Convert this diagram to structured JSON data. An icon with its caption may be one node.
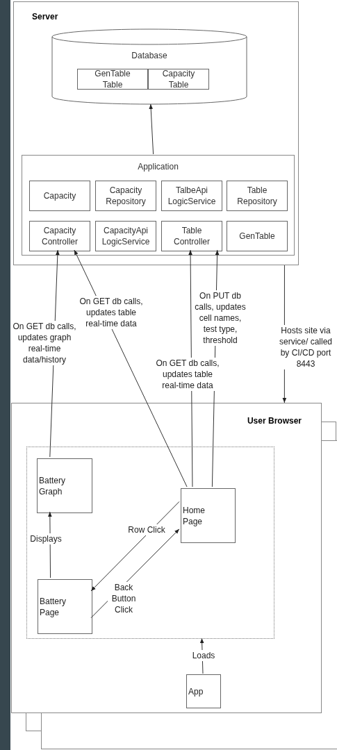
{
  "diagram": {
    "nodes": [
      {
        "text": [
          "Server"
        ]
      },
      {
        "text": [
          "Database"
        ],
        "in": 0
      },
      {
        "text": [
          "GenTable Table"
        ],
        "in": 1
      },
      {
        "text": [
          "Capacity Table"
        ],
        "in": 1
      },
      {
        "text": [
          "Application"
        ],
        "in": 0
      },
      {
        "text": [
          "Capacity"
        ],
        "in": 4
      },
      {
        "text": [
          "Capacity Repository"
        ],
        "in": 4
      },
      {
        "text": [
          "TalbeApi LogicService"
        ],
        "in": 4
      },
      {
        "text": [
          "Table Repository"
        ],
        "in": 4
      },
      {
        "text": [
          "Capacity Controller"
        ],
        "in": 4
      },
      {
        "text": [
          "CapacityApi LogicService"
        ],
        "in": 4
      },
      {
        "text": [
          "Table Controller"
        ],
        "in": 4
      },
      {
        "text": [
          "GenTable"
        ],
        "in": 4
      },
      {
        "text": [
          "User Browser"
        ]
      },
      {
        "text": [],
        "shape": "box",
        "in": 13
      },
      {
        "text": [
          "Battery Graph"
        ],
        "in": 14
      },
      {
        "text": [
          "Home Page"
        ],
        "in": 14
      },
      {
        "text": [
          "Battery Page"
        ],
        "in": 14
      },
      {
        "text": [
          "App"
        ],
        "in": 13
      }
    ],
    "edges": [
      {
        "from": 4,
        "to": 1,
        "arrow": "to"
      },
      {
        "from": 15,
        "to": 9,
        "arrow": "to",
        "label": "On GET db calls, updates graph real-time data/history"
      },
      {
        "from": 16,
        "to": 9,
        "arrow": "to",
        "label": "On GET db calls, updates table real-time data"
      },
      {
        "from": 16,
        "to": 11,
        "arrow": "to",
        "label": "On GET db calls, updates table real-time data"
      },
      {
        "from": 16,
        "to": 11,
        "arrow": "to",
        "label": "On PUT db calls, updates cell names, test type, threshold"
      },
      {
        "from": 0,
        "to": 13,
        "arrow": "to",
        "label": "Hosts site via service/ called by CI/CD port 8443"
      },
      {
        "from": 17,
        "to": 15,
        "arrow": "to",
        "label": "Displays"
      },
      {
        "from": 16,
        "to": 17,
        "arrow": "to",
        "label": "Row Click"
      },
      {
        "from": 17,
        "to": 16,
        "arrow": "to",
        "label": "Back Button Click"
      },
      {
        "from": 18,
        "to": 14,
        "arrow": "to",
        "label": "Loads"
      }
    ]
  }
}
